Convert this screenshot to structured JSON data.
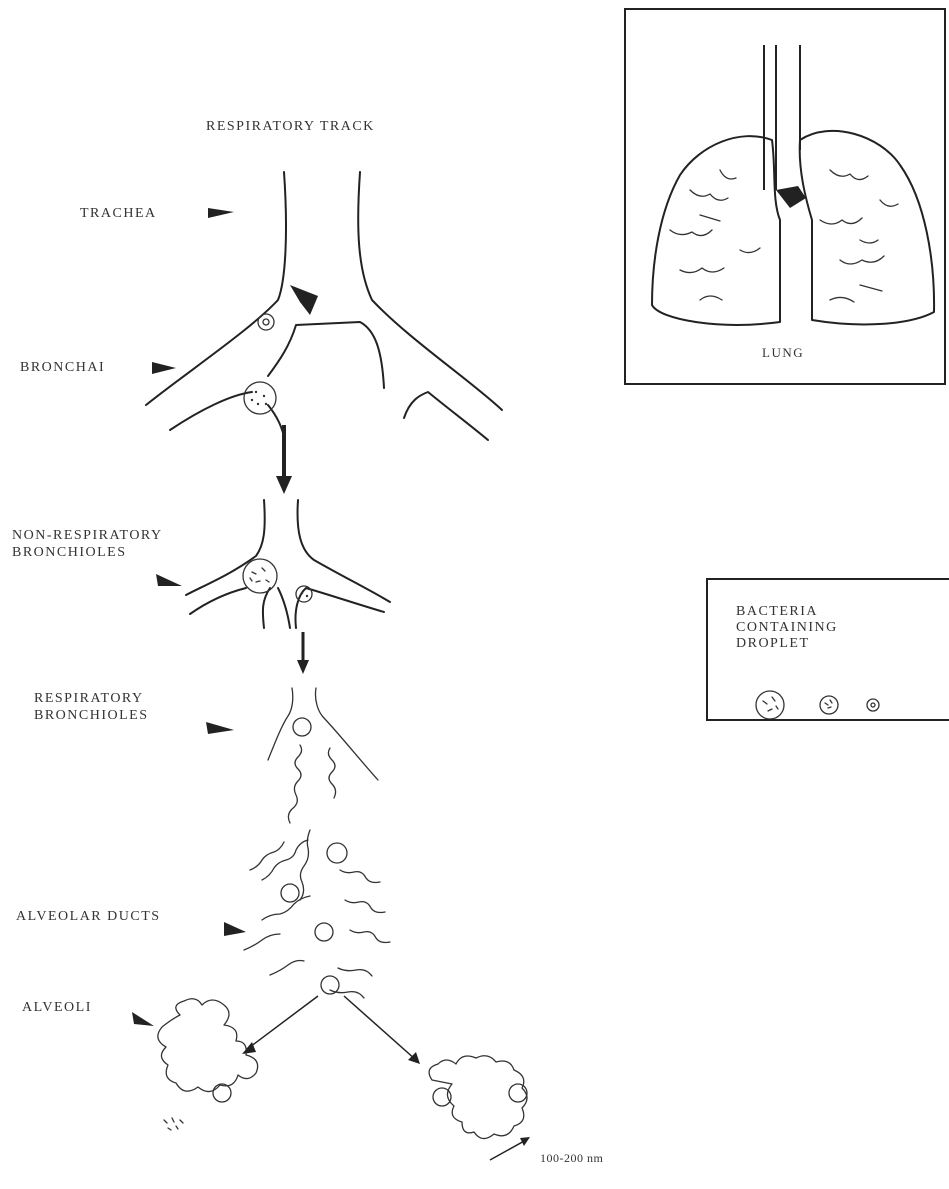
{
  "title": "RESPIRATORY TRACK",
  "labels": {
    "trachea": "TRACHEA",
    "bronchai": "BRONCHAI",
    "non_resp": "NON-RESPIRATORY\nBRONCHIOLES",
    "resp": "RESPIRATORY\nBRONCHIOLES",
    "ducts": "ALVEOLAR DUCTS",
    "alveoli": "ALVEOLI",
    "scale": "100-200 nm"
  },
  "lung_inset": {
    "label": "LUNG"
  },
  "legend": {
    "title": "BACTERIA\nCONTAINING\nDROPLET"
  }
}
